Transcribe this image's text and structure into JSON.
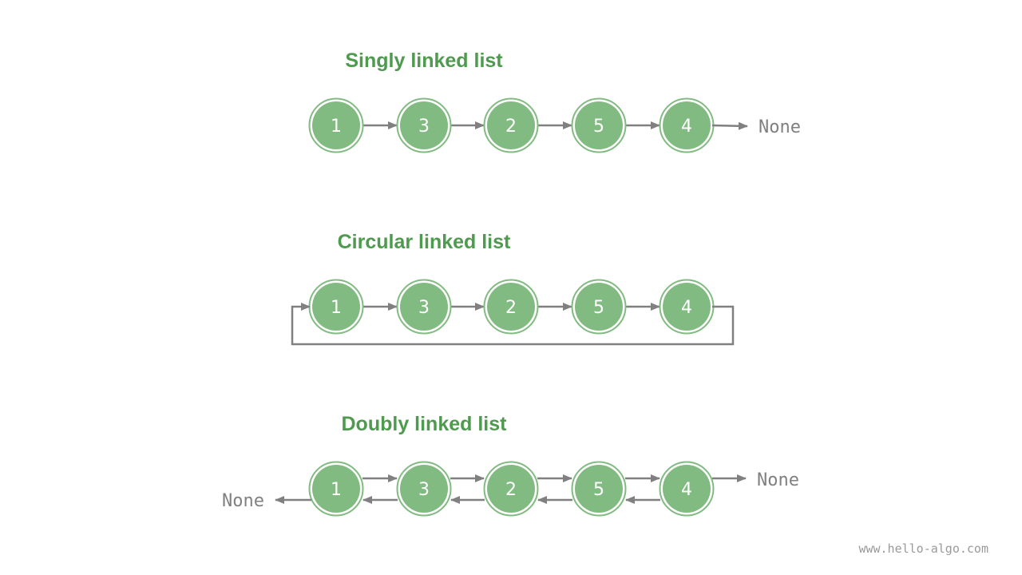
{
  "colors": {
    "title": "#4e9a4e",
    "node_fill": "#82bb81",
    "node_ring": "#82bb81",
    "arrow": "#808080",
    "none_text": "#808080",
    "watermark": "#9a9a9a"
  },
  "diagrams": {
    "singly": {
      "title": "Singly linked list",
      "nodes": [
        "1",
        "3",
        "2",
        "5",
        "4"
      ],
      "tail_label": "None"
    },
    "circular": {
      "title": "Circular linked list",
      "nodes": [
        "1",
        "3",
        "2",
        "5",
        "4"
      ]
    },
    "doubly": {
      "title": "Doubly linked list",
      "nodes": [
        "1",
        "3",
        "2",
        "5",
        "4"
      ],
      "head_label": "None",
      "tail_label": "None"
    }
  },
  "watermark": "www.hello-algo.com"
}
